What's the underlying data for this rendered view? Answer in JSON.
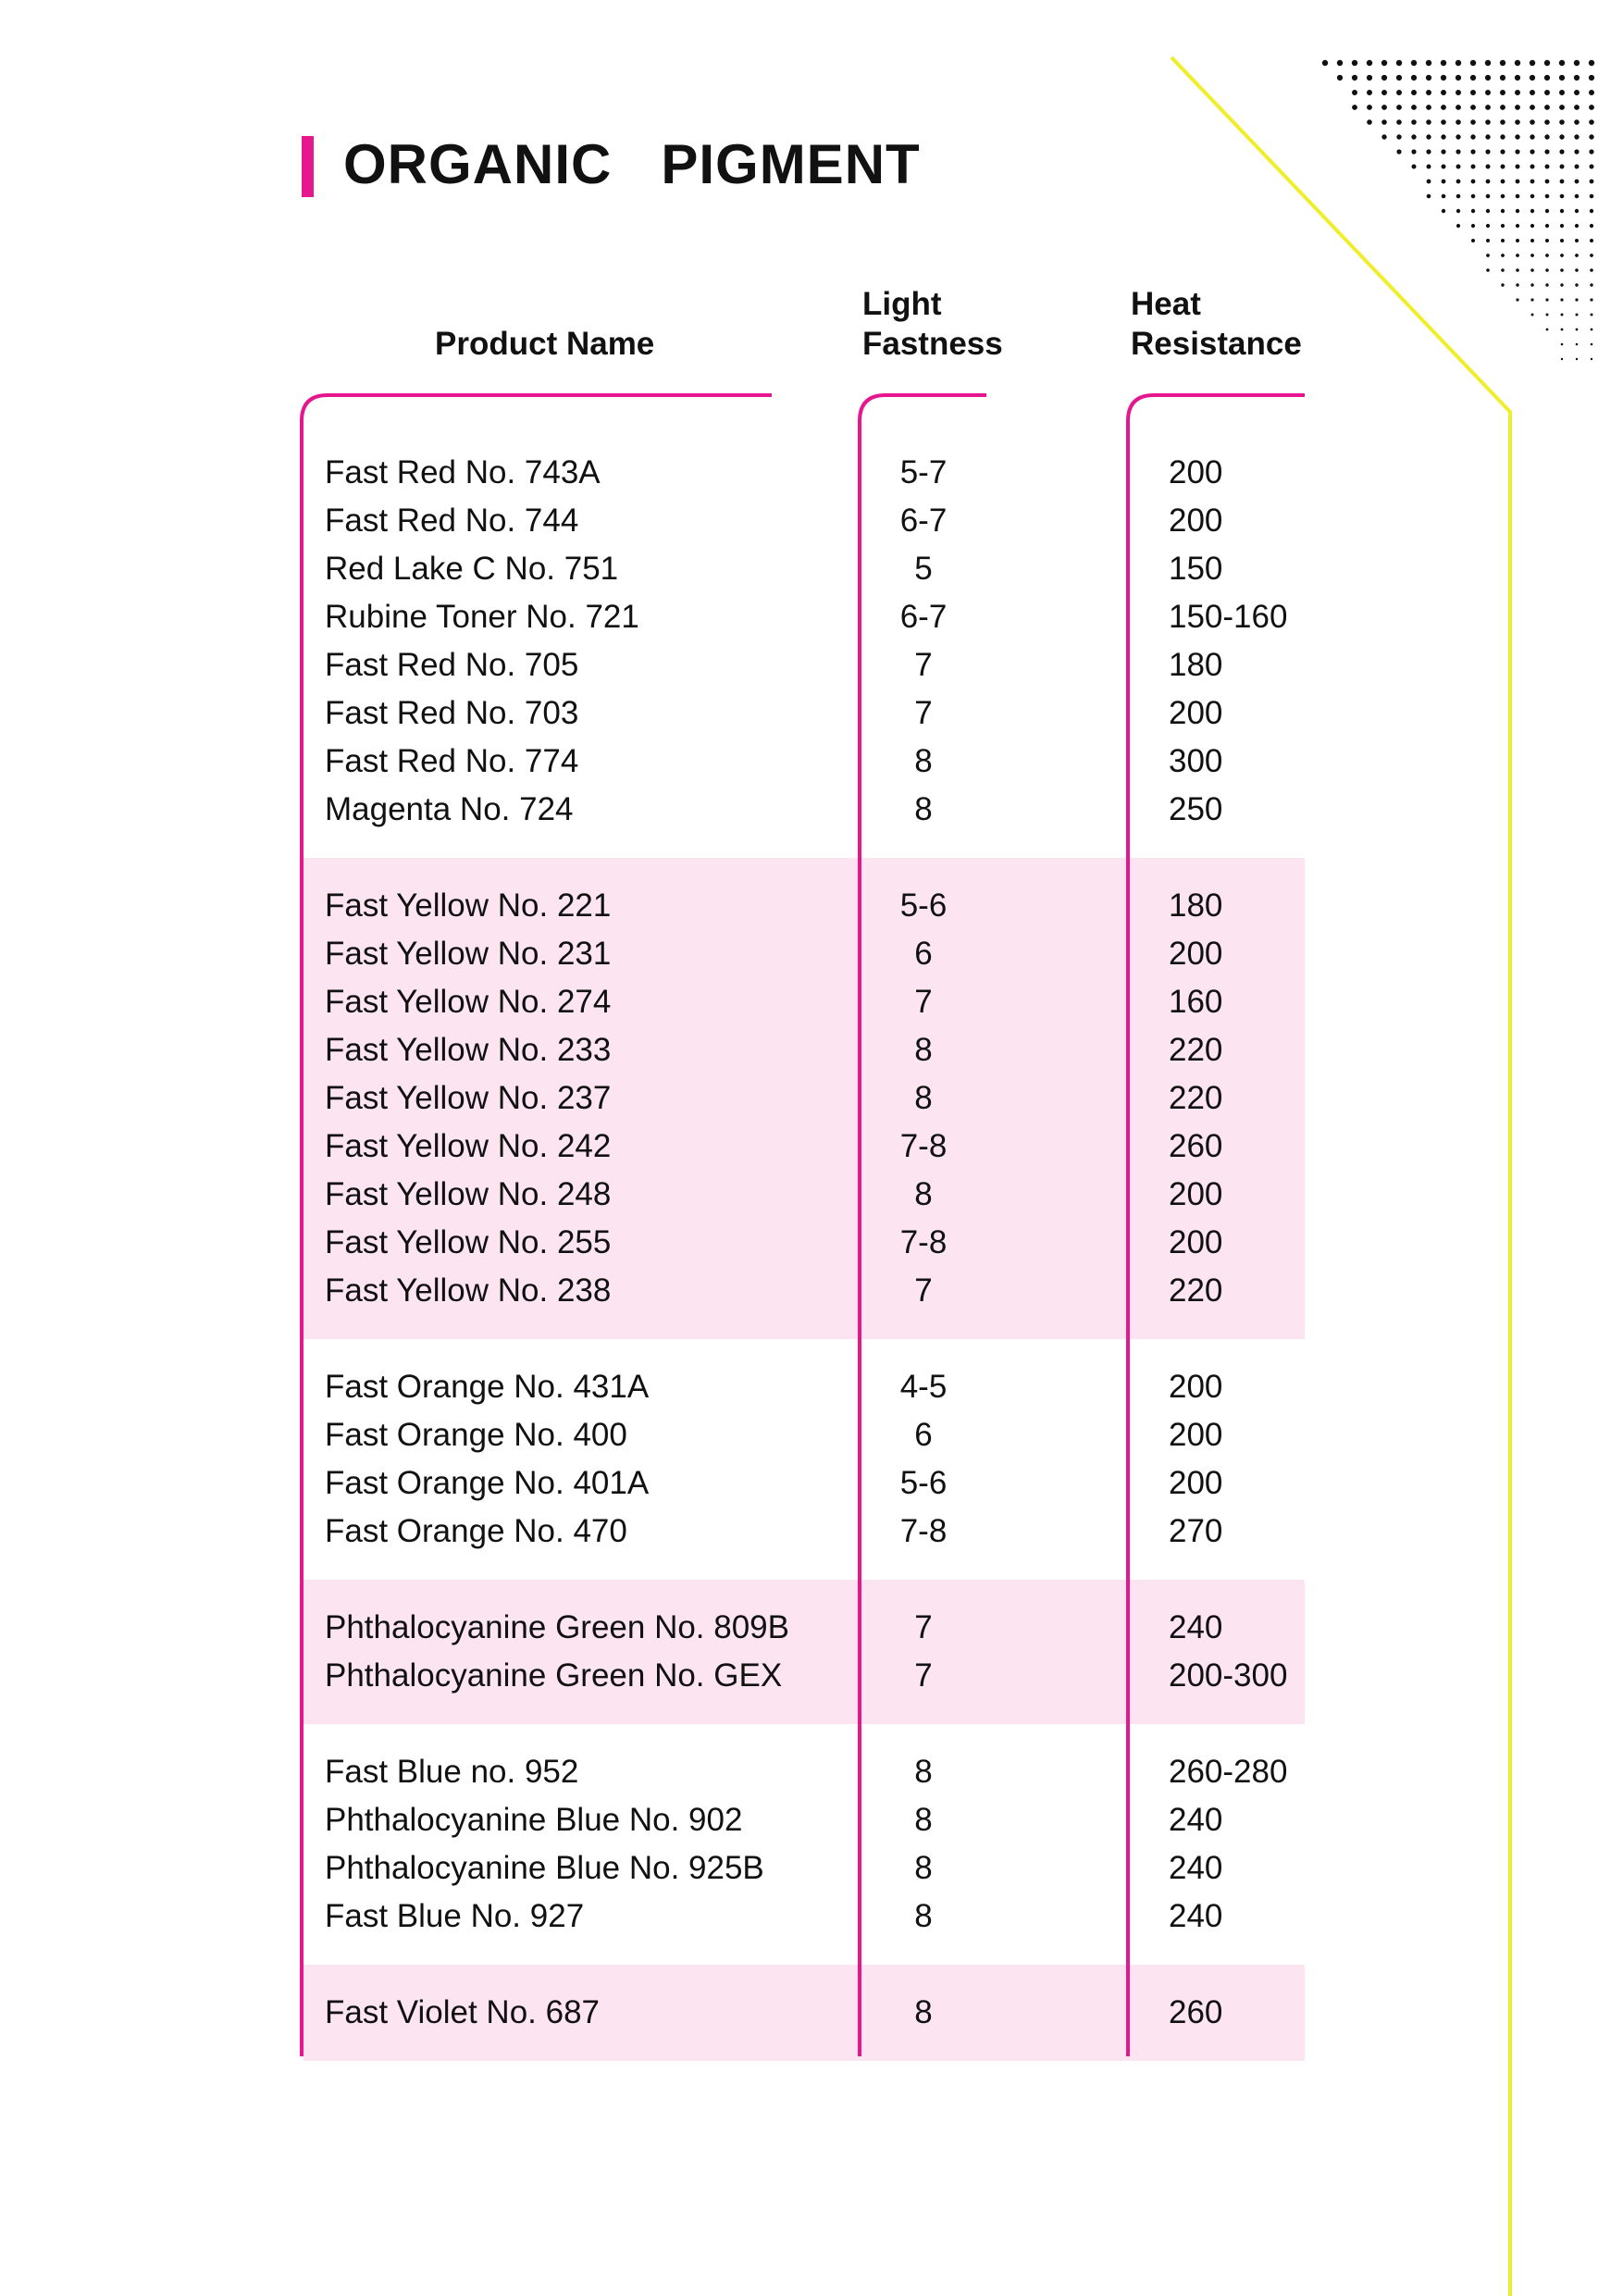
{
  "title": "ORGANIC   PIGMENT",
  "colors": {
    "accent": "#e6168e",
    "band": "#fce4f1",
    "yellow_line": "#f0ee2a"
  },
  "headers": {
    "product_name": "Product Name",
    "light_fastness": [
      "Light",
      "Fastness"
    ],
    "heat_resistance": [
      "Heat",
      "Resistance"
    ]
  },
  "groups": [
    {
      "shaded": false,
      "rows": [
        [
          "Fast Red No. 743A",
          "5-7",
          "200"
        ],
        [
          "Fast Red No. 744",
          "6-7",
          "200"
        ],
        [
          "Red Lake C No. 751",
          "5",
          "150"
        ],
        [
          "Rubine Toner No. 721",
          "6-7",
          "150-160"
        ],
        [
          "Fast Red No. 705",
          "7",
          "180"
        ],
        [
          "Fast Red No. 703",
          "7",
          "200"
        ],
        [
          "Fast Red No. 774",
          "8",
          "300"
        ],
        [
          "Magenta No. 724",
          "8",
          "250"
        ]
      ]
    },
    {
      "shaded": true,
      "rows": [
        [
          "Fast Yellow No. 221",
          "5-6",
          "180"
        ],
        [
          "Fast Yellow No. 231",
          "6",
          "200"
        ],
        [
          "Fast Yellow No. 274",
          "7",
          "160"
        ],
        [
          "Fast Yellow No. 233",
          "8",
          "220"
        ],
        [
          "Fast Yellow No. 237",
          "8",
          "220"
        ],
        [
          "Fast Yellow No. 242",
          "7-8",
          "260"
        ],
        [
          "Fast Yellow No. 248",
          "8",
          "200"
        ],
        [
          "Fast Yellow No. 255",
          "7-8",
          "200"
        ],
        [
          "Fast Yellow No. 238",
          "7",
          "220"
        ]
      ]
    },
    {
      "shaded": false,
      "rows": [
        [
          "Fast Orange No. 431A",
          "4-5",
          "200"
        ],
        [
          "Fast Orange No. 400",
          "6",
          "200"
        ],
        [
          "Fast Orange No. 401A",
          "5-6",
          "200"
        ],
        [
          "Fast Orange No. 470",
          "7-8",
          "270"
        ]
      ]
    },
    {
      "shaded": true,
      "rows": [
        [
          "Phthalocyanine Green No. 809B",
          "7",
          "240"
        ],
        [
          "Phthalocyanine Green No. GEX",
          "7",
          "200-300"
        ]
      ]
    },
    {
      "shaded": false,
      "rows": [
        [
          "Fast Blue no. 952",
          "8",
          "260-280"
        ],
        [
          "Phthalocyanine Blue No. 902",
          "8",
          "240"
        ],
        [
          "Phthalocyanine Blue No. 925B",
          "8",
          "240"
        ],
        [
          "Fast Blue No. 927",
          "8",
          "240"
        ]
      ]
    },
    {
      "shaded": true,
      "rows": [
        [
          "Fast Violet No. 687",
          "8",
          "260"
        ]
      ]
    }
  ]
}
